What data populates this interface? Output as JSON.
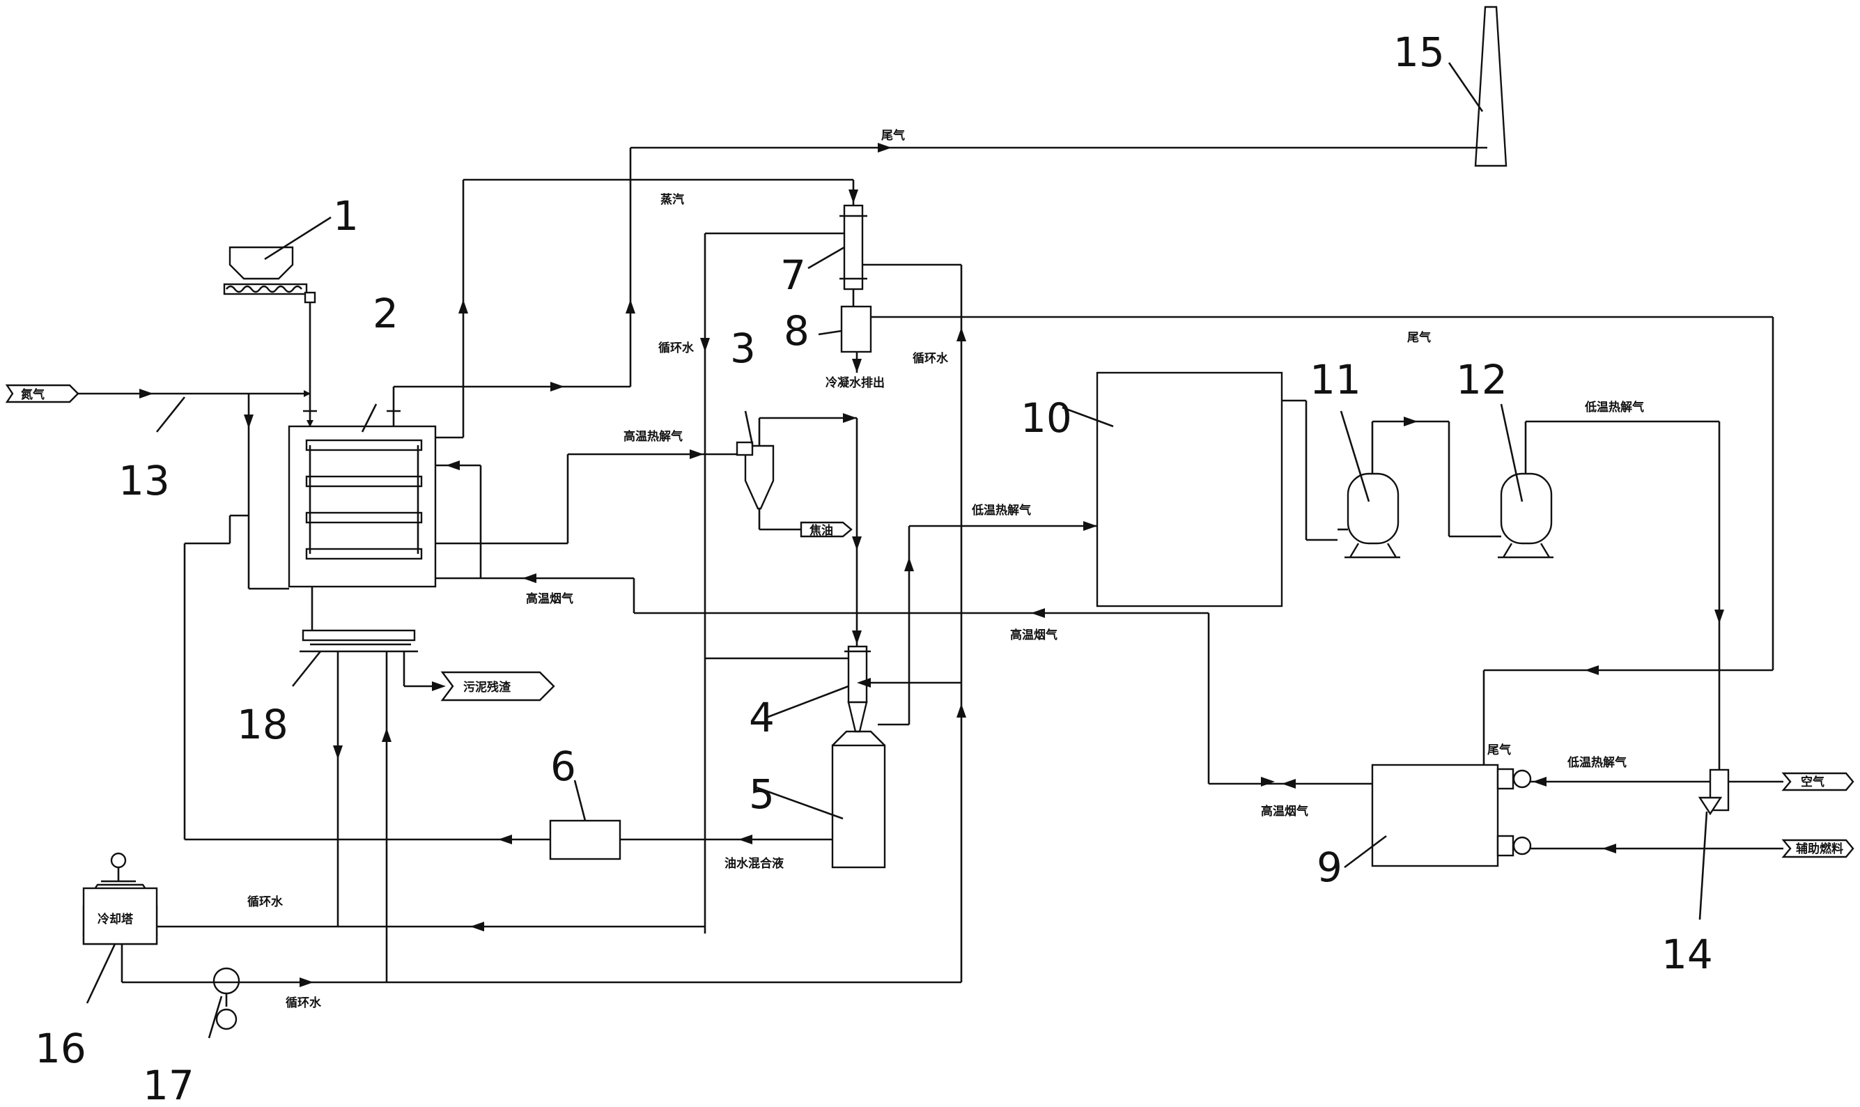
{
  "numbers": {
    "n1": "1",
    "n2": "2",
    "n3": "3",
    "n4": "4",
    "n5": "5",
    "n6": "6",
    "n7": "7",
    "n8": "8",
    "n9": "9",
    "n10": "10",
    "n11": "11",
    "n12": "12",
    "n13": "13",
    "n14": "14",
    "n15": "15",
    "n16": "16",
    "n17": "17",
    "n18": "18"
  },
  "labels": {
    "inlet": "氮气",
    "exhaust_top": "尾气",
    "steam": "蒸汽",
    "circ_water_left": "循环水",
    "circ_water_right": "循环水",
    "condensate": "冷凝水排出",
    "ht_pyrolysis_gas": "高温热解气",
    "oil_out": "焦油",
    "lt_pyrolysis_gas": "低温热解气",
    "offgas_right": "尾气",
    "ht_fluegas_right": "高温烟气",
    "ht_fluegas_left": "高温烟气",
    "lt_pyrolysis_gas_top": "低温热解气",
    "sludge_residue": "污泥残渣",
    "oil_water_mix": "油水混合液",
    "circ_water_bottom": "循环水",
    "cooler": "冷却塔",
    "circ_water_pump": "循环水",
    "offgas_9": "尾气",
    "lt_pyrolysis_gas_9": "低温热解气",
    "ht_fluegas_9": "高温烟气",
    "out_right": "空气",
    "fuel_right": "辅助燃料"
  }
}
